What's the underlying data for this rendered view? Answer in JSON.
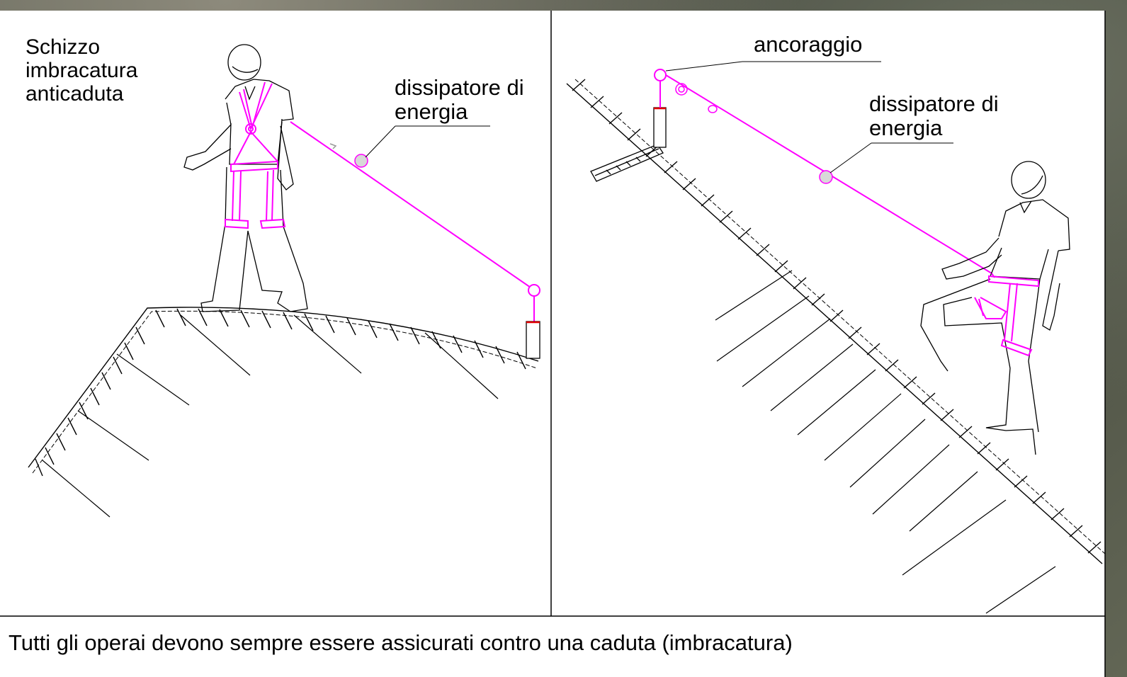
{
  "left_panel": {
    "title": "Schizzo\nimbracatura\nanticaduta",
    "energy_absorber_label": "dissipatore di\nenergia"
  },
  "right_panel": {
    "anchor_label": "ancoraggio",
    "energy_absorber_label": "dissipatore di\nenergia"
  },
  "footer": {
    "caption": "Tutti gli operai devono sempre essere assicurati contro una caduta (imbracatura)"
  },
  "colors": {
    "lanyard": "#ff00ff",
    "anchor_post_cap": "#e00000",
    "absorber_fill": "#d8d8d8",
    "lines": "#000000"
  }
}
